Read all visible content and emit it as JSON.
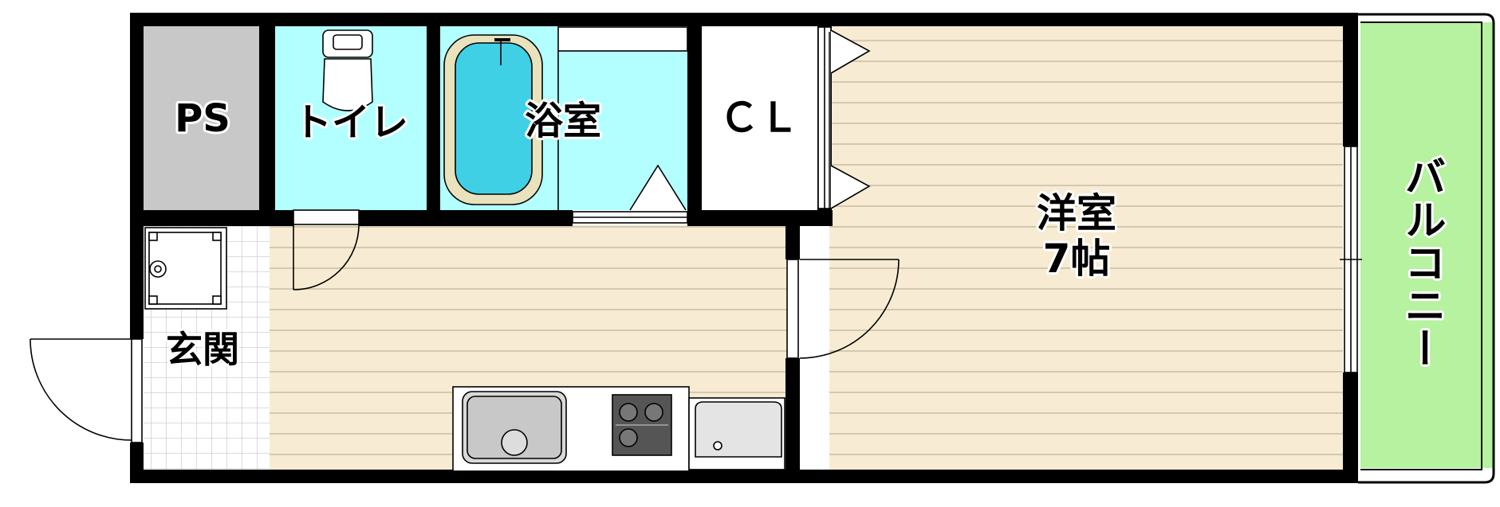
{
  "floorplan": {
    "rooms": {
      "ps": "PS",
      "toilet": "トイレ",
      "bathroom": "浴室",
      "closet": "ＣＬ",
      "western_room_name": "洋室",
      "western_room_size": "7帖",
      "entrance": "玄関",
      "balcony": "バルコニー"
    },
    "colors": {
      "wall": "#000000",
      "wood_floor": "#f7ecd3",
      "wood_line": "#c8bca3",
      "wet_area": "#b3ffff",
      "ps_area": "#c8c8c8",
      "balcony": "#b6f29f",
      "entrance_tile": "#ffffff"
    }
  }
}
